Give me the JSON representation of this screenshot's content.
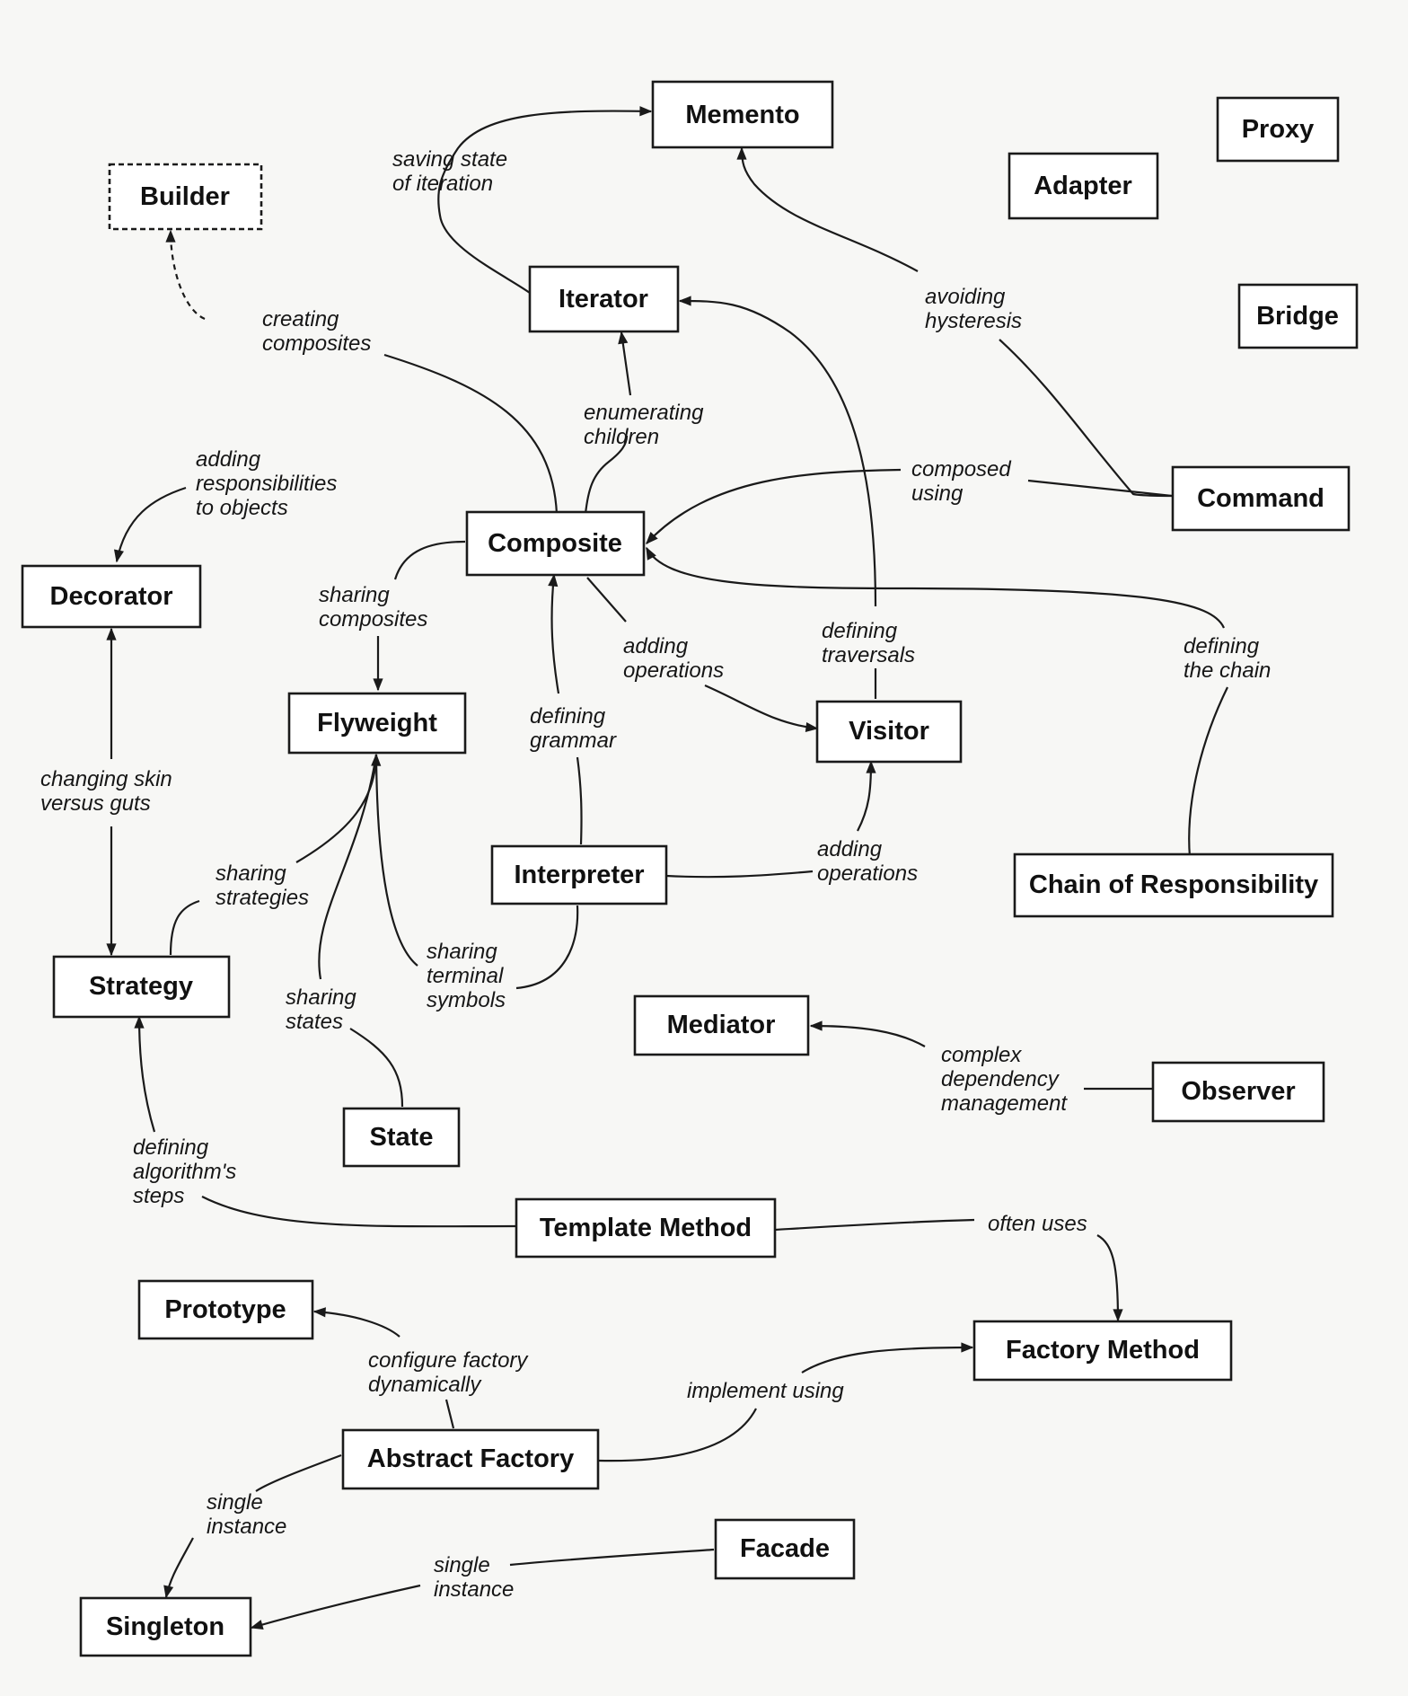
{
  "nodes": {
    "memento": "Memento",
    "proxy": "Proxy",
    "builder": "Builder",
    "adapter": "Adapter",
    "iterator": "Iterator",
    "bridge": "Bridge",
    "command": "Command",
    "composite": "Composite",
    "decorator": "Decorator",
    "flyweight": "Flyweight",
    "visitor": "Visitor",
    "interpreter": "Interpreter",
    "chain_of_responsibility": "Chain of Responsibility",
    "strategy": "Strategy",
    "mediator": "Mediator",
    "observer": "Observer",
    "state": "State",
    "template_method": "Template Method",
    "prototype": "Prototype",
    "factory_method": "Factory Method",
    "abstract_factory": "Abstract Factory",
    "facade": "Facade",
    "singleton": "Singleton"
  },
  "edges": {
    "saving_state": [
      "saving state",
      "of iteration"
    ],
    "creating_composites": [
      "creating",
      "composites"
    ],
    "avoiding_hysteresis": [
      "avoiding",
      "hysteresis"
    ],
    "enumerating_children": [
      "enumerating",
      "children"
    ],
    "adding_responsibilities": [
      "adding",
      "responsibilities",
      "to objects"
    ],
    "composed_using": [
      "composed",
      "using"
    ],
    "sharing_composites": [
      "sharing",
      "composites"
    ],
    "adding_operations_composite": [
      "adding",
      "operations"
    ],
    "defining_traversals": [
      "defining",
      "traversals"
    ],
    "defining_the_chain": [
      "defining",
      "the chain"
    ],
    "defining_grammar": [
      "defining",
      "grammar"
    ],
    "changing_skin": [
      "changing skin",
      "versus guts"
    ],
    "sharing_strategies": [
      "sharing",
      "strategies"
    ],
    "adding_operations_interpreter": [
      "adding",
      "operations"
    ],
    "sharing_terminal_symbols": [
      "sharing",
      "terminal",
      "symbols"
    ],
    "sharing_states": [
      "sharing",
      "states"
    ],
    "complex_dependency": [
      "complex",
      "dependency",
      "management"
    ],
    "defining_algorithm_steps": [
      "defining",
      "algorithm's",
      "steps"
    ],
    "often_uses": [
      "often uses"
    ],
    "configure_factory": [
      "configure factory",
      "dynamically"
    ],
    "implement_using": [
      "implement using"
    ],
    "single_instance_af": [
      "single",
      "instance"
    ],
    "single_instance_facade": [
      "single",
      "instance"
    ]
  }
}
